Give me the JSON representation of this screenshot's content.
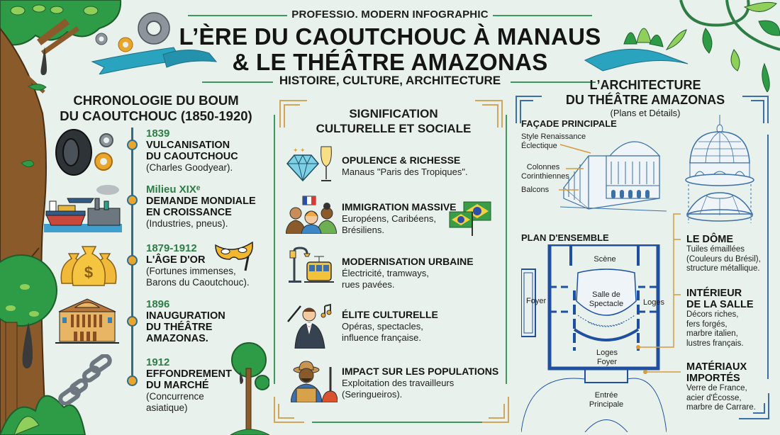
{
  "header": {
    "kicker": "PROFESSIO. MODERN INFOGRAPHIC",
    "title_line1": "L’ÈRE DU CAOUTCHOUC À MANAUS",
    "title_line2": "& LE THÉÂTRE AMAZONAS",
    "subtitle": "HISTOIRE, CULTURE, ARCHITECTURE"
  },
  "timeline": {
    "title_line1": "CHRONOLOGIE DU BOUM",
    "title_line2": "DU CAOUTCHOUC (1850-1920)",
    "items": [
      {
        "date": "1839",
        "head1": "VULCANISATION",
        "head2": "DU CAOUTCHOUC",
        "desc1": "(Charles Goodyear).",
        "desc2": "",
        "icon": "tire-gears-icon"
      },
      {
        "date": "Milieu XIXᵉ",
        "head1": "DEMANDE MONDIALE",
        "head2": "EN CROISSANCE",
        "desc1": "(Industries, pneus).",
        "desc2": "",
        "icon": "ship-factory-icon"
      },
      {
        "date": "1879-1912",
        "head1": "L'ÂGE D'OR",
        "head2": "",
        "desc1": "(Fortunes immenses,",
        "desc2": "Barons du Caoutchouc).",
        "icon": "money-bags-icon"
      },
      {
        "date": "1896",
        "head1": "INAUGURATION",
        "head2": "DU THÉÂTRE",
        "head3": "AMAZONAS.",
        "icon": "theatre-building-icon"
      },
      {
        "date": "1912",
        "head1": "EFFONDREMENT",
        "head2": "DU MARCHÉ",
        "desc1": "(Concurrence",
        "desc2": "asiatique)",
        "icon": "broken-chain-icon"
      }
    ]
  },
  "culture": {
    "title_line1": "SIGNIFICATION",
    "title_line2": "CULTURELLE ET SOCIALE",
    "items": [
      {
        "head": "OPULENCE & RICHESSE",
        "desc1": "Manaus \"Paris des Tropiques\".",
        "desc2": "",
        "icon": "diamond-champagne-icon"
      },
      {
        "head": "IMMIGRATION MASSIVE",
        "desc1": "Européens, Caribéens,",
        "desc2": "Brésiliens.",
        "icon": "immigrants-icon"
      },
      {
        "head": "MODERNISATION URBAINE",
        "desc1": "Électricité, tramways,",
        "desc2": "rues pavées.",
        "icon": "streetlamp-tram-icon"
      },
      {
        "head": "ÉLITE CULTURELLE",
        "desc1": "Opéras, spectacles,",
        "desc2": "influence française.",
        "icon": "conductor-icon"
      },
      {
        "head": "IMPACT SUR LES POPULATIONS",
        "desc1": "Exploitation des travailleurs",
        "desc2": "(Seringueiros).",
        "icon": "rubber-tapper-icon"
      }
    ]
  },
  "architecture": {
    "title_line1": "L’ARCHITECTURE",
    "title_line2": "DU THÉÂTRE AMAZONAS",
    "subtitle": "(Plans et Détails)",
    "facade": {
      "title": "FAÇADE PRINCIPALE",
      "labels": [
        "Style Renaissance",
        "Éclectique",
        "Colonnes",
        "Corinthiennes",
        "Balcons"
      ]
    },
    "plan": {
      "title": "PLAN D'ENSEMBLE",
      "rooms": {
        "stage": "Scène",
        "hall1": "Salle de",
        "hall2": "Spectacle",
        "foyer": "Foyer",
        "loges": "Loges",
        "loges_foyer1": "Loges",
        "loges_foyer2": "Foyer",
        "entrance1": "Entrée",
        "entrance2": "Principale"
      }
    },
    "details": [
      {
        "head1": "LE DÔME",
        "head2": "",
        "desc": [
          "Tuiles émaillées",
          "(Couleurs du Brésil),",
          "structure métallique."
        ]
      },
      {
        "head1": "INTÉRIEUR",
        "head2": "DE LA SALLE",
        "desc": [
          "Décors riches,",
          "fers forgés,",
          "marbre italien,",
          "lustres français."
        ]
      },
      {
        "head1": "MATÉRIAUX",
        "head2": "IMPORTÉS",
        "desc": [
          "Verre de France,",
          "acier d'Écosse,",
          "marbre de Carrare."
        ]
      }
    ]
  },
  "colors": {
    "background": "#e8f1ec",
    "accent_green": "#3d9a5e",
    "date_green": "#2e7d45",
    "timeline_blue": "#2f6d88",
    "timeline_dot": "#e9a52c",
    "ribbon_teal": "#2aa3bf",
    "gold_frame": "#d2a55a",
    "blueprint_blue": "#1f4fa0"
  }
}
